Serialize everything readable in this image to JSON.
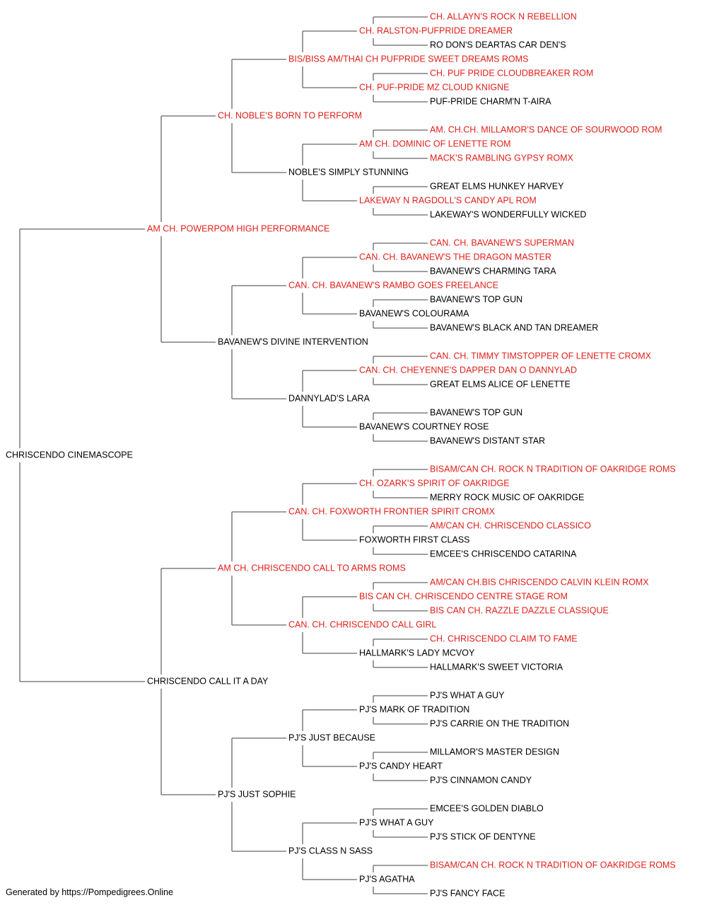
{
  "colors": {
    "champion": "#e0201b",
    "normal": "#000000",
    "line": "#666666"
  },
  "pedigree": {
    "name": "CHRISCENDO CINEMASCOPE",
    "champion": false,
    "sire": {
      "name": "AM CH. POWERPOM HIGH PERFORMANCE",
      "champion": true,
      "sire": {
        "name": "CH. NOBLE'S BORN TO PERFORM",
        "champion": true,
        "sire": {
          "name": "BIS/BISS AM/THAI CH PUFPRIDE SWEET DREAMS ROMS",
          "champion": true,
          "sire": {
            "name": "CH. RALSTON-PUFPRIDE DREAMER",
            "champion": true,
            "sire": {
              "name": "CH. ALLAYN'S ROCK N REBELLION",
              "champion": true
            },
            "dam": {
              "name": "RO DON'S DEARTAS CAR DEN'S",
              "champion": false
            }
          },
          "dam": {
            "name": "CH. PUF-PRIDE MZ CLOUD KNIGNE",
            "champion": true,
            "sire": {
              "name": "CH. PUF PRIDE CLOUDBREAKER ROM",
              "champion": true
            },
            "dam": {
              "name": "PUF-PRIDE CHARM'N T-AIRA",
              "champion": false
            }
          }
        },
        "dam": {
          "name": "NOBLE'S SIMPLY STUNNING",
          "champion": false,
          "sire": {
            "name": "AM CH. DOMINIC OF LENETTE ROM",
            "champion": true,
            "sire": {
              "name": "AM. CH.CH. MILLAMOR'S DANCE OF SOURWOOD ROM",
              "champion": true
            },
            "dam": {
              "name": "MACK'S RAMBLING GYPSY ROMX",
              "champion": true
            }
          },
          "dam": {
            "name": "LAKEWAY N RAGDOLL'S CANDY APL ROM",
            "champion": true,
            "sire": {
              "name": "GREAT ELMS HUNKEY HARVEY",
              "champion": false
            },
            "dam": {
              "name": "LAKEWAY'S WONDERFULLY WICKED",
              "champion": false
            }
          }
        }
      },
      "dam": {
        "name": "BAVANEW'S DIVINE INTERVENTION",
        "champion": false,
        "sire": {
          "name": "CAN. CH. BAVANEW'S RAMBO GOES FREELANCE",
          "champion": true,
          "sire": {
            "name": "CAN. CH. BAVANEW'S THE DRAGON MASTER",
            "champion": true,
            "sire": {
              "name": "CAN. CH. BAVANEW'S SUPERMAN",
              "champion": true
            },
            "dam": {
              "name": "BAVANEW'S CHARMING TARA",
              "champion": false
            }
          },
          "dam": {
            "name": "BAVANEW'S COLOURAMA",
            "champion": false,
            "sire": {
              "name": "BAVANEW'S TOP GUN",
              "champion": false
            },
            "dam": {
              "name": "BAVANEW'S BLACK AND TAN DREAMER",
              "champion": false
            }
          }
        },
        "dam": {
          "name": "DANNYLAD'S LARA",
          "champion": false,
          "sire": {
            "name": "CAN. CH. CHEYENNE'S DAPPER DAN O DANNYLAD",
            "champion": true,
            "sire": {
              "name": "CAN. CH. TIMMY TIMSTOPPER OF LENETTE CROMX",
              "champion": true
            },
            "dam": {
              "name": "GREAT ELMS ALICE OF LENETTE",
              "champion": false
            }
          },
          "dam": {
            "name": "BAVANEW'S COURTNEY ROSE",
            "champion": false,
            "sire": {
              "name": "BAVANEW'S TOP GUN",
              "champion": false
            },
            "dam": {
              "name": "BAVANEW'S DISTANT STAR",
              "champion": false
            }
          }
        }
      }
    },
    "dam": {
      "name": "CHRISCENDO CALL IT A DAY",
      "champion": false,
      "sire": {
        "name": "AM CH. CHRISCENDO CALL TO ARMS ROMS",
        "champion": true,
        "sire": {
          "name": "CAN. CH. FOXWORTH FRONTIER SPIRIT CROMX",
          "champion": true,
          "sire": {
            "name": "CH. OZARK'S SPIRIT OF OAKRIDGE",
            "champion": true,
            "sire": {
              "name": "BISAM/CAN CH. ROCK N TRADITION OF OAKRIDGE ROMS",
              "champion": true
            },
            "dam": {
              "name": "MERRY ROCK MUSIC OF OAKRIDGE",
              "champion": false
            }
          },
          "dam": {
            "name": "FOXWORTH FIRST CLASS",
            "champion": false,
            "sire": {
              "name": "AM/CAN CH. CHRISCENDO CLASSICO",
              "champion": true
            },
            "dam": {
              "name": "EMCEE'S CHRISCENDO CATARINA",
              "champion": false
            }
          }
        },
        "dam": {
          "name": "CAN. CH. CHRISCENDO CALL GIRL",
          "champion": true,
          "sire": {
            "name": "BIS CAN CH. CHRISCENDO CENTRE STAGE ROM",
            "champion": true,
            "sire": {
              "name": "AM/CAN CH.BIS CHRISCENDO CALVIN KLEIN ROMX",
              "champion": true
            },
            "dam": {
              "name": "BIS CAN CH. RAZZLE DAZZLE CLASSIQUE",
              "champion": true
            }
          },
          "dam": {
            "name": "HALLMARK'S LADY MCVOY",
            "champion": false,
            "sire": {
              "name": "CH. CHRISCENDO CLAIM TO FAME",
              "champion": true
            },
            "dam": {
              "name": "HALLMARK'S SWEET VICTORIA",
              "champion": false
            }
          }
        }
      },
      "dam": {
        "name": "PJ'S JUST SOPHIE",
        "champion": false,
        "sire": {
          "name": "PJ'S JUST BECAUSE",
          "champion": false,
          "sire": {
            "name": "PJ'S MARK OF TRADITION",
            "champion": false,
            "sire": {
              "name": "PJ'S WHAT A GUY",
              "champion": false
            },
            "dam": {
              "name": "PJ'S CARRIE ON THE TRADITION",
              "champion": false
            }
          },
          "dam": {
            "name": "PJ'S CANDY HEART",
            "champion": false,
            "sire": {
              "name": "MILLAMOR'S MASTER DESIGN",
              "champion": false
            },
            "dam": {
              "name": "PJ'S CINNAMON CANDY",
              "champion": false
            }
          }
        },
        "dam": {
          "name": "PJ'S CLASS N SASS",
          "champion": false,
          "sire": {
            "name": "PJ'S WHAT A GUY",
            "champion": false,
            "sire": {
              "name": "EMCEE'S GOLDEN DIABLO",
              "champion": false
            },
            "dam": {
              "name": "PJ'S STICK OF DENTYNE",
              "champion": false
            }
          },
          "dam": {
            "name": "PJ'S AGATHA",
            "champion": false,
            "sire": {
              "name": "BISAM/CAN CH. ROCK N TRADITION OF OAKRIDGE ROMS",
              "champion": true
            },
            "dam": {
              "name": "PJ'S FANCY FACE",
              "champion": false
            }
          }
        }
      }
    }
  },
  "footer": "Generated by https://Pompedigrees.Online"
}
